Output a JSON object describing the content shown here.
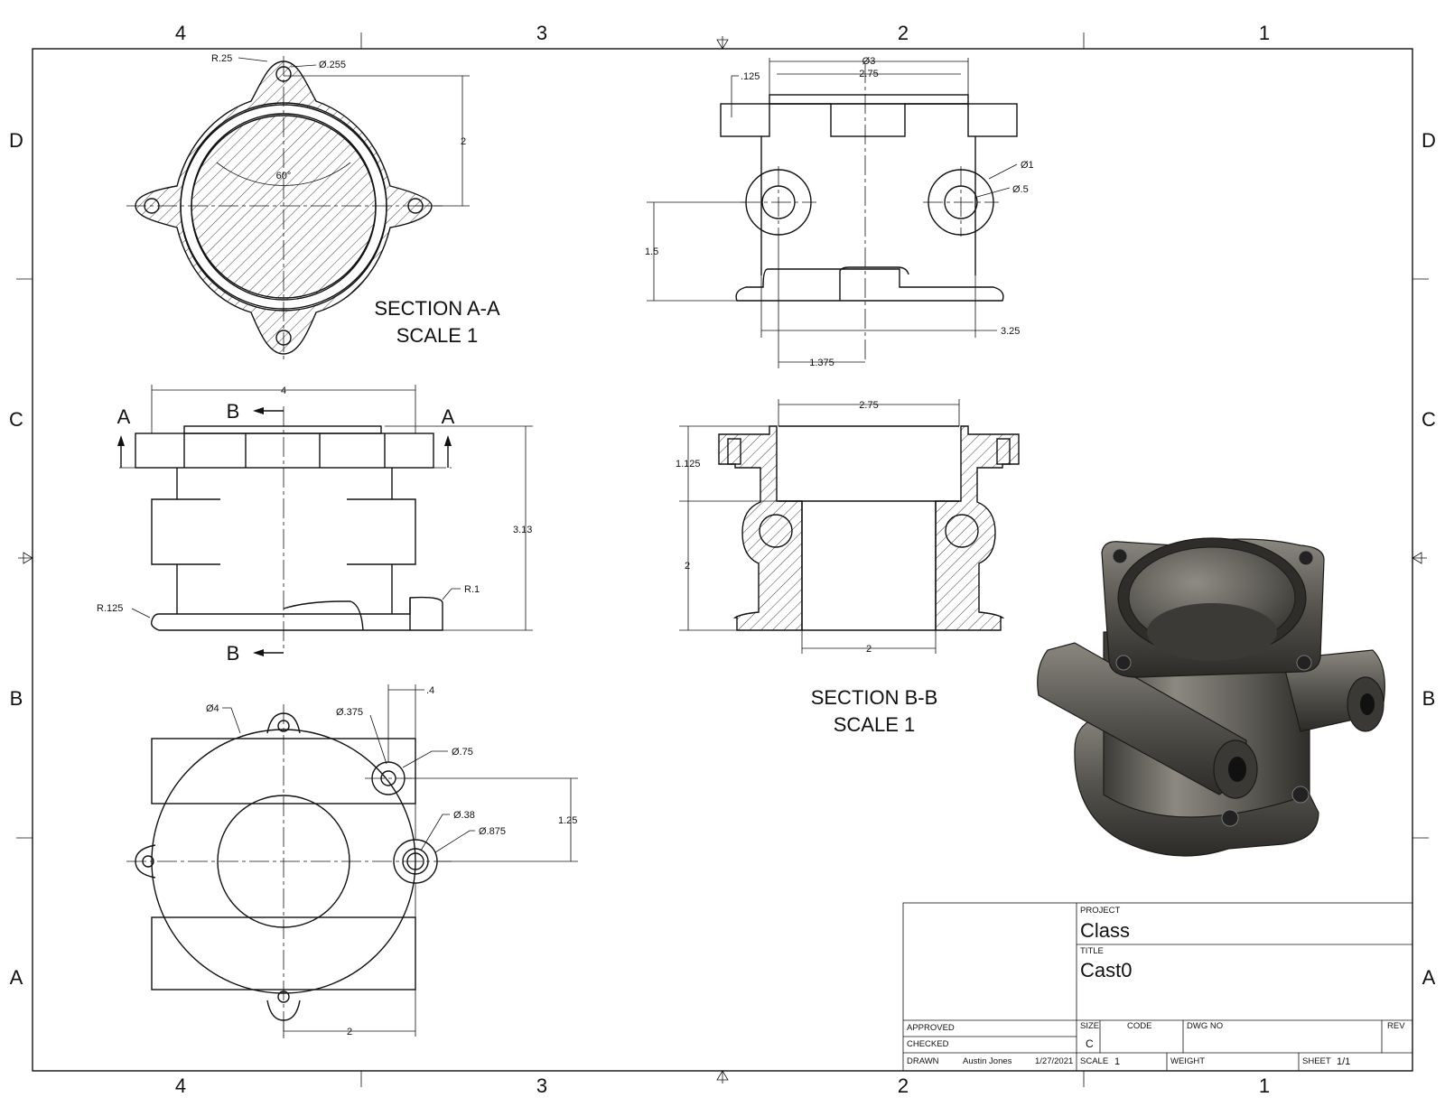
{
  "zones": {
    "columns": [
      "4",
      "3",
      "2",
      "1"
    ],
    "rows": [
      "D",
      "C",
      "B",
      "A"
    ]
  },
  "views": {
    "section_aa": {
      "title": "SECTION A-A",
      "scale": "SCALE 1",
      "dims": {
        "r_corner": "R.25",
        "hole": "Ø.255",
        "height": "2",
        "angle": "60°"
      }
    },
    "top_view": {
      "dims": {
        "flange_step": ".125",
        "outer_dia": "Ø3",
        "inner_dia": "2.75",
        "boss": "Ø1",
        "bore": "Ø.5",
        "height": "1.5",
        "width": "3.25",
        "offset": "1.375"
      }
    },
    "front_view": {
      "labels": {
        "a_left": "A",
        "a_right": "A",
        "b_top": "B",
        "b_bottom": "B"
      },
      "dims": {
        "width": "4",
        "height": "3.13",
        "fillet_left": "R.125",
        "fillet_right": "R.1"
      }
    },
    "section_bb": {
      "title": "SECTION B-B",
      "scale": "SCALE 1",
      "dims": {
        "top_dia": "2.75",
        "upper_h": "1.125",
        "lower_h": "2",
        "bottom_dia": "2"
      }
    },
    "bottom_view": {
      "dims": {
        "outer": "Ø4",
        "hole1": "Ø.375",
        "offset": ".4",
        "boss1": "Ø.75",
        "hole2": "Ø.38",
        "boss2": "Ø.875",
        "vert": "1.25",
        "horiz": "2"
      }
    }
  },
  "title_block": {
    "project_label": "PROJECT",
    "project": "Class",
    "title_label": "TITLE",
    "title": "Cast0",
    "approved_label": "APPROVED",
    "checked_label": "CHECKED",
    "drawn_label": "DRAWN",
    "drawn_by": "Austin Jones",
    "drawn_date": "1/27/2021",
    "size_label": "SIZE",
    "size": "C",
    "code_label": "CODE",
    "dwg_label": "DWG NO",
    "rev_label": "REV",
    "scale_label": "SCALE",
    "scale": "1",
    "weight_label": "WEIGHT",
    "sheet_label": "SHEET",
    "sheet": "1/1"
  }
}
